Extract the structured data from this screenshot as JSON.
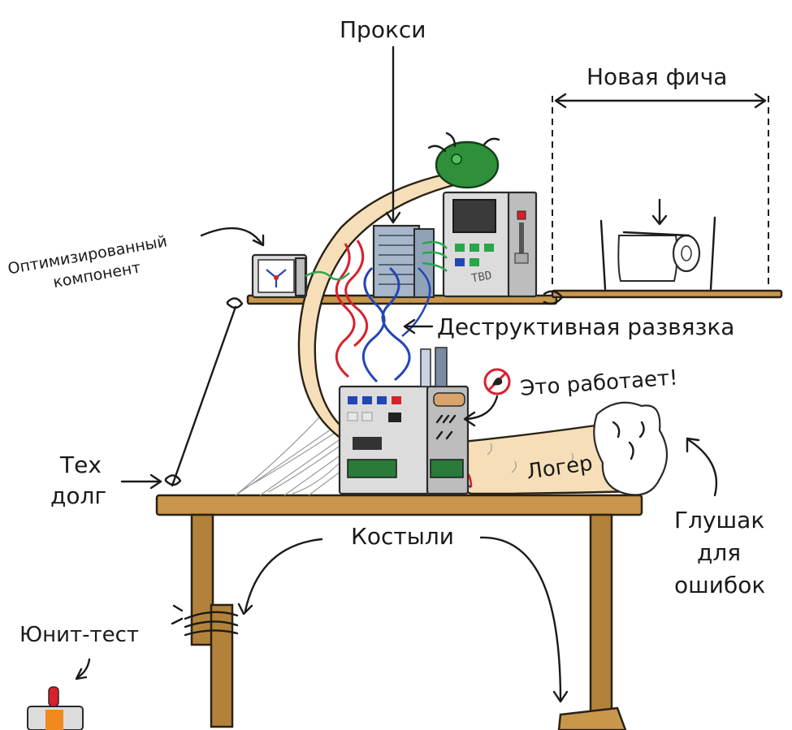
{
  "labels": {
    "proxy": "Прокси",
    "new_feature": "Новая фича",
    "optimized_component_line1": "Оптимизированный",
    "optimized_component_line2": "компонент",
    "destructive_decoupling": "Деструктивная развязка",
    "it_works": "Это работает!",
    "tech_debt_line1": "Тех",
    "tech_debt_line2": "долг",
    "logger": "Логер",
    "crutches": "Костыли",
    "error_muffler_line1": "Глушак",
    "error_muffler_line2": "для",
    "error_muffler_line3": "ошибок",
    "unit_test": "Юнит-тест",
    "tbd_sticker": "TBD"
  },
  "colors": {
    "wood": "#c9974b",
    "tube": "#f6dfb8",
    "green_blob": "#2f8f3a",
    "wire_red": "#d8202b",
    "wire_blue": "#2346b5",
    "wire_green": "#2aa54a",
    "metal": "#dcdcdc"
  }
}
